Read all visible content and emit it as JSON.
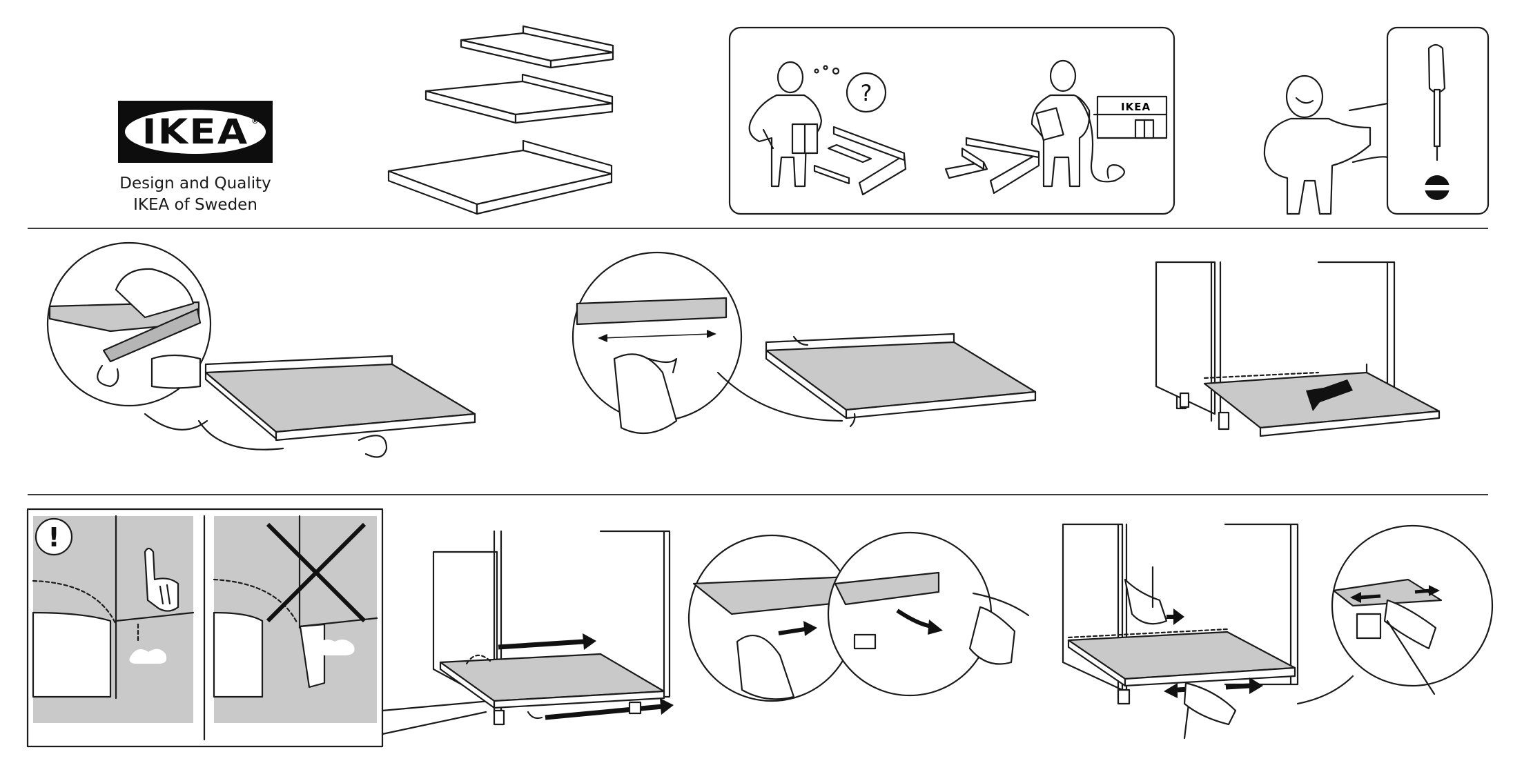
{
  "brand": {
    "logo_text": "IKEA",
    "logo_mark": "®",
    "tagline_line1": "Design and Quality",
    "tagline_line2": "IKEA of Sweden"
  },
  "help_panel": {
    "question_mark": "?",
    "store_sign": "IKEA"
  },
  "warning": {
    "symbol": "!"
  },
  "icons": {
    "tools": "screwdriver-icon",
    "warning": "exclamation-icon",
    "wrong": "cross-icon",
    "correct": "pointing-hand-icon"
  },
  "colors": {
    "logo_background": "#0d0d0d",
    "shelf_fill": "#c9c9c9"
  }
}
